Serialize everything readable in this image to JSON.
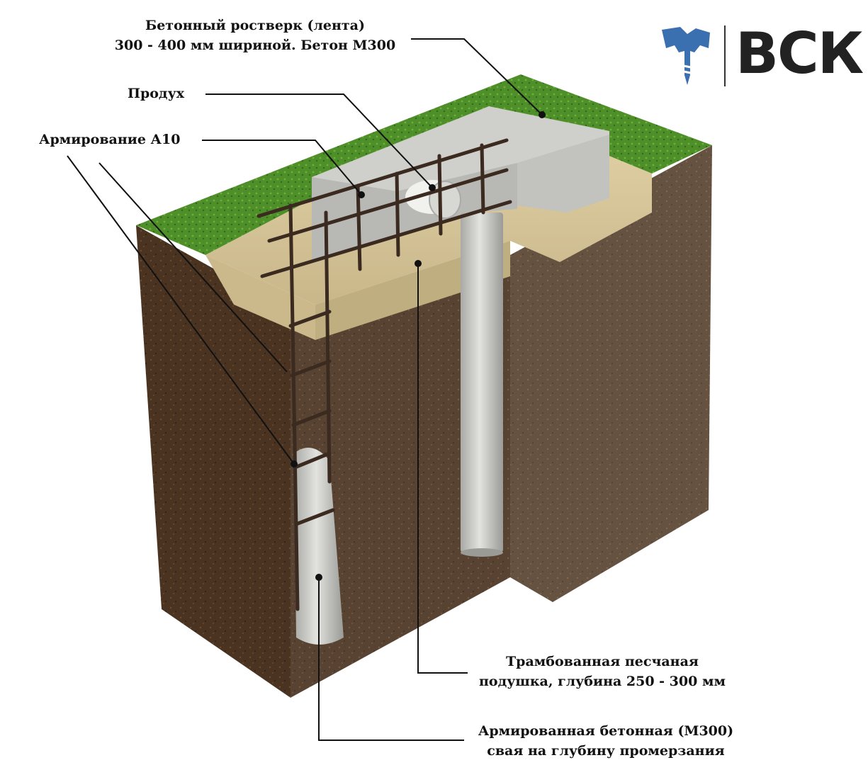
{
  "labels": {
    "grillage": {
      "line1": "Бетонный ростверк (лента)",
      "line2": "300 - 400 мм шириной. Бетон М300"
    },
    "vent": "Продух",
    "rebar": "Армирование А10",
    "sand": {
      "line1": "Трамбованная песчаная",
      "line2": "подушка, глубина 250 - 300 мм"
    },
    "pile": {
      "line1": "Армированная бетонная (М300)",
      "line2": "свая на глубину промерзания"
    }
  },
  "logo": {
    "text": "ВСК",
    "mark": "pile-drill-icon",
    "color": "#3a6fb0"
  },
  "colors": {
    "grass": "#4f8f2a",
    "soil": "#4a3320",
    "sand": "#d8c79a",
    "concrete": "#c4c4c0",
    "rebar": "#3a2a20",
    "leader": "#111111"
  }
}
